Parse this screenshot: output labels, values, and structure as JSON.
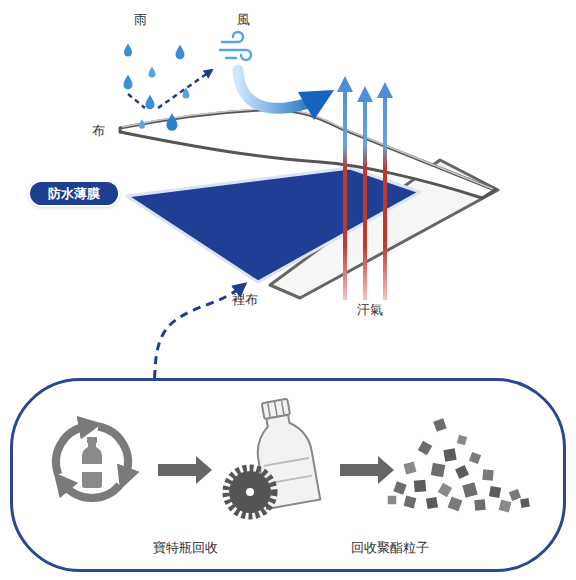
{
  "diagram": {
    "nodes": [
      {
        "text": [
          "防水薄膜"
        ]
      },
      {
        "text": [
          "寶特瓶回收",
          "回收聚酯粒子"
        ]
      }
    ],
    "edges": [
      {
        "from": 1,
        "to": 0,
        "arrow": "to"
      }
    ],
    "labels": [
      "雨",
      "風",
      "布",
      "裡布",
      "汗氣"
    ]
  }
}
